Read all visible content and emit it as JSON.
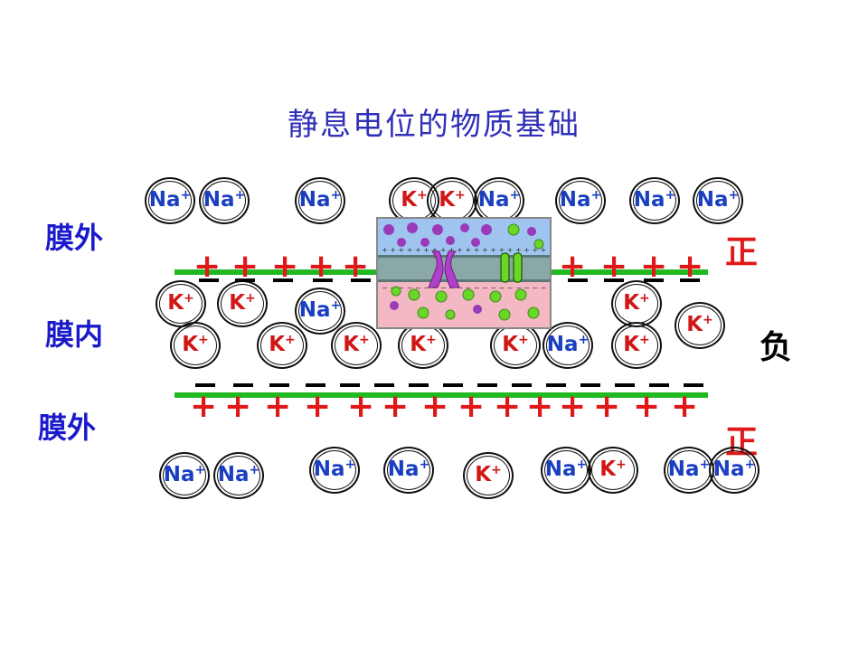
{
  "title": "静息电位的物质基础",
  "labels": {
    "outside_top": "膜外",
    "inside": "膜内",
    "outside_bottom": "膜外",
    "positive_top": "正",
    "negative": "负",
    "positive_bottom": "正"
  },
  "ion_labels": {
    "na": "Na",
    "k": "K",
    "charge": "+"
  },
  "charge_symbols": {
    "plus": "+",
    "minus": "−"
  },
  "colors": {
    "title": "#3030b8",
    "side_label": "#1a1acc",
    "na_ion": "#1a3fc0",
    "k_ion": "#d11616",
    "membrane": "#22b822",
    "plus": "#e01818",
    "positive_label": "#e01818",
    "negative_label": "#000000"
  },
  "regions": {
    "top_outside_ions": [
      "na",
      "na",
      "na",
      "k",
      "k",
      "na",
      "na",
      "na",
      "na"
    ],
    "inside_ions": [
      "k",
      "k",
      "na",
      "k",
      "k",
      "k",
      "k",
      "k",
      "k",
      "na",
      "k"
    ],
    "bottom_outside_ions": [
      "na",
      "na",
      "na",
      "na",
      "k",
      "na",
      "k",
      "na",
      "na"
    ]
  },
  "inset": {
    "description_icon": "ion-channel-membrane-icon"
  }
}
